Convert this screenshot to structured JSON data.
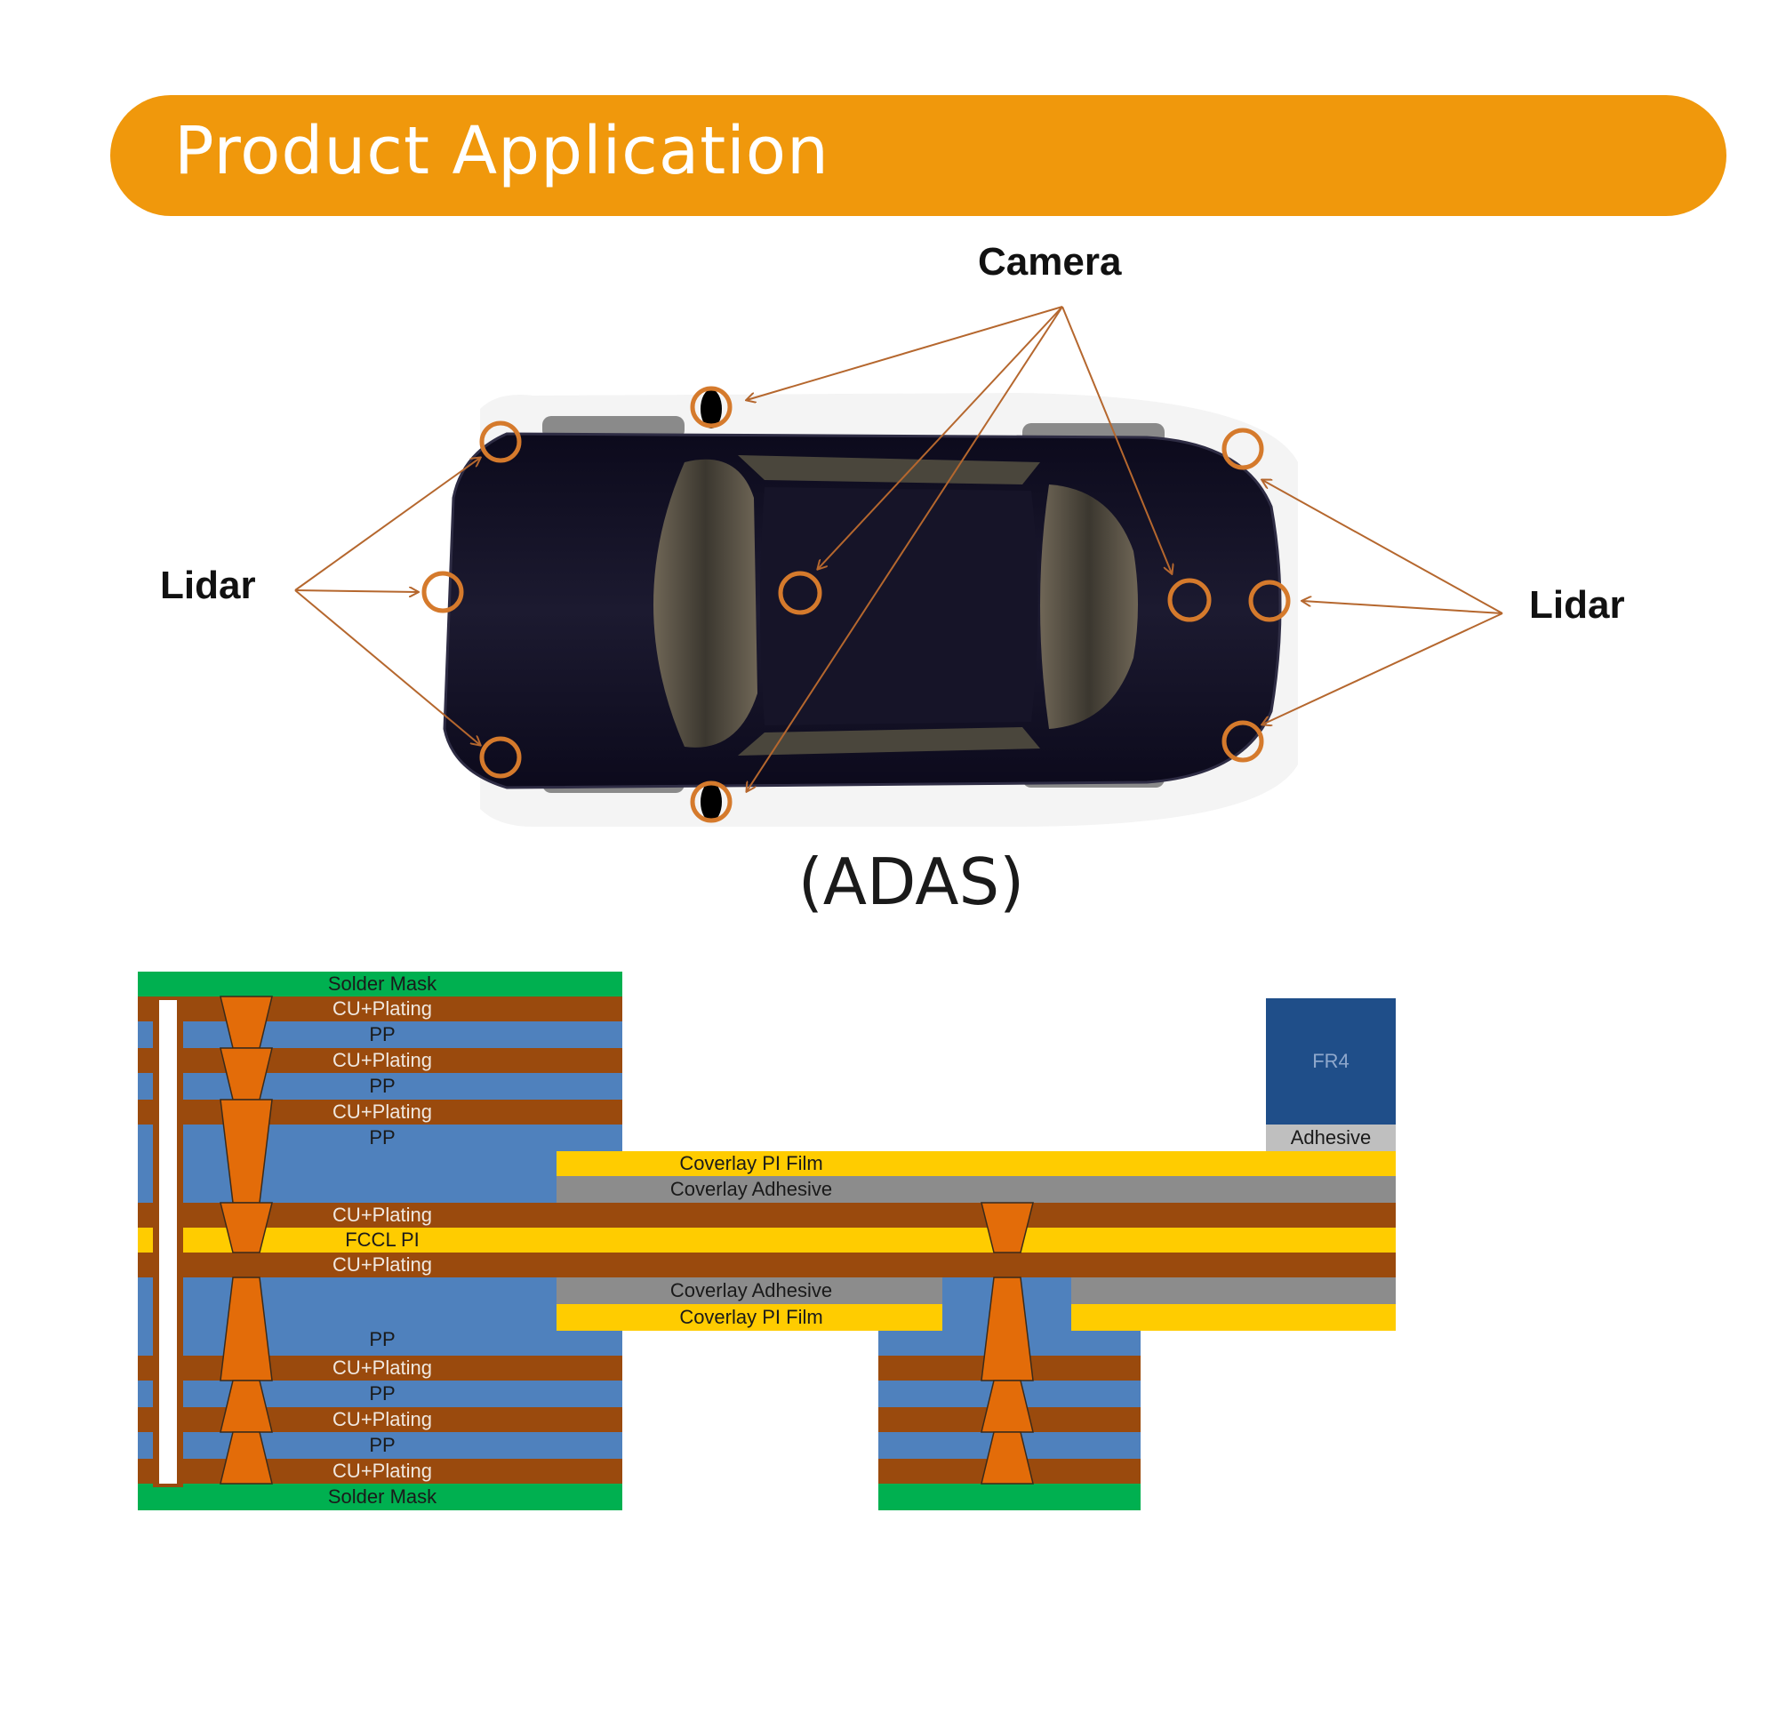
{
  "banner": {
    "title": "Product Application"
  },
  "adas": {
    "camera_label": "Camera",
    "lidar_left_label": "Lidar",
    "lidar_right_label": "Lidar",
    "caption": "(ADAS)"
  },
  "stackup": {
    "left_layers": {
      "solder_mask_top": "Solder Mask",
      "cu_1": "CU+Plating",
      "pp_1": "PP",
      "cu_2": "CU+Plating",
      "pp_2": "PP",
      "cu_3": "CU+Plating",
      "pp_3": "PP",
      "cu_4": "CU+Plating",
      "fccl_pi": "FCCL PI",
      "cu_5": "CU+Plating",
      "pp_4": "PP",
      "cu_6": "CU+Plating",
      "pp_5": "PP",
      "cu_7": "CU+Plating",
      "pp_6": "PP",
      "cu_8": "CU+Plating",
      "solder_mask_bottom": "Solder Mask"
    },
    "flex_layers": {
      "coverlay_pi_top": "Coverlay PI Film",
      "coverlay_adhesive_top": "Coverlay Adhesive",
      "coverlay_adhesive_bottom": "Coverlay Adhesive",
      "coverlay_pi_bottom": "Coverlay PI Film"
    },
    "stiffener": {
      "fr4": "FR4",
      "adhesive": "Adhesive"
    },
    "colors": {
      "solder_mask": "#00b050",
      "copper": "#9a4a0d",
      "prepreg": "#4f81bd",
      "polyimide": "#ffcc00",
      "coverlay_adhesive": "#8c8c8c",
      "via_fill": "#e36c09",
      "fr4": "#1f4e89",
      "stiffener_adhesive": "#bfbfbf"
    }
  }
}
